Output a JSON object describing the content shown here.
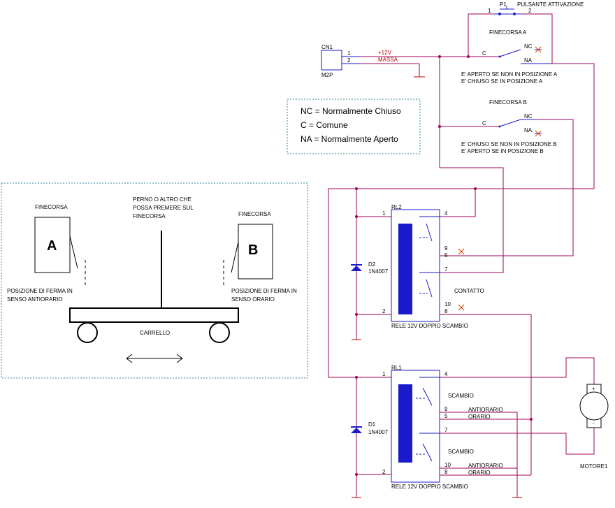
{
  "colors": {
    "wire": "#a0005a",
    "component": "#1a1acc",
    "relay_coil": "#1a1acc",
    "cross": "#d04000",
    "ground": "#c00000",
    "legend_border": "#2a8a9a",
    "junction": "#a0005a"
  },
  "top": {
    "p1_label": "P1",
    "p1_title": "PULSANTE ATTIVAZIONE",
    "p1_pin1": "1",
    "p1_pin2": "2",
    "cn1_label": "CN1",
    "cn1_part": "M2P",
    "cn1_pin1": "1",
    "cn1_pin2": "2",
    "net_12v": "+12V",
    "net_gnd": "MASSA"
  },
  "finecorsa_a": {
    "title": "FINECORSA A",
    "c": "C",
    "nc": "NC",
    "na": "NA",
    "note1": "E' APERTO SE NON IN POSIZIONE A",
    "note2": "E' CHIUSO SE IN POSIZIONE A"
  },
  "finecorsa_b": {
    "title": "FINECORSA B",
    "c": "C",
    "nc": "NC",
    "na": "NA",
    "note1": "E' CHIUSO SE NON IN POSIZIONE B",
    "note2": "E' APERTO SE IN POSIZIONE B"
  },
  "legend": {
    "line1": "NC = Normalmente Chiuso",
    "line2": "C = Comune",
    "line3": "NA = Normalmente Aperto"
  },
  "mechanical": {
    "finecorsa_left": "FINECORSA",
    "finecorsa_right": "FINECORSA",
    "letter_a": "A",
    "letter_b": "B",
    "perno1": "PERNO O ALTRO CHE",
    "perno2": "POSSA PREMERE SUL",
    "perno3": "FINECORSA",
    "pos_left1": "POSIZIONE DI FERMA IN",
    "pos_left2": "SENSO ANTIORARIO",
    "pos_right1": "POSIZIONE DI FERMA IN",
    "pos_right2": "SENSO ORARIO",
    "carrello": "CARRELLO"
  },
  "rl2": {
    "name": "RL2",
    "desc": "RELE 12V DOPPIO SCAMBIO",
    "pin1": "1",
    "pin2": "2",
    "pin4": "4",
    "pin5": "5",
    "pin7": "7",
    "pin8": "8",
    "pin9": "9",
    "pin10": "10",
    "contatto": "CONTATTO",
    "diode_ref": "D2",
    "diode_part": "1N4007"
  },
  "rl1": {
    "name": "RL1",
    "desc": "RELE 12V DOPPIO SCAMBIO",
    "pin1": "1",
    "pin2": "2",
    "pin4": "4",
    "pin5": "5",
    "pin7": "7",
    "pin8": "8",
    "pin9": "9",
    "pin10": "10",
    "scambio1": "SCAMBIO",
    "scambio2": "SCAMBIO",
    "antiorario1": "ANTIORARIO",
    "orario1": "ORARIO",
    "antiorario2": "ANTIORARIO",
    "orario2": "ORARIO",
    "diode_ref": "D1",
    "diode_part": "1N4007"
  },
  "motor": {
    "name": "MOTORE1",
    "plus": "+",
    "minus": "-"
  }
}
